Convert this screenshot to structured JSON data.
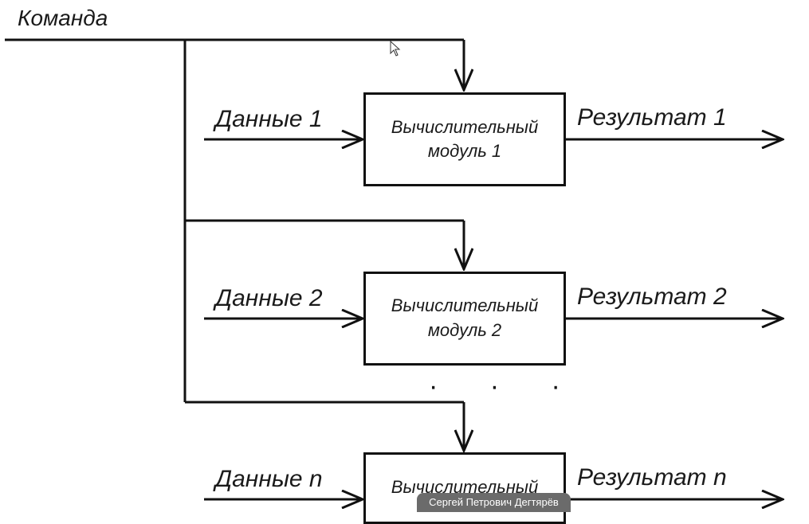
{
  "command_label": "Команда",
  "modules": [
    {
      "data_label": "Данные 1",
      "module_line1": "Вычислительный",
      "module_line2": "модуль 1",
      "result_label": "Результат 1"
    },
    {
      "data_label": "Данные 2",
      "module_line1": "Вычислительный",
      "module_line2": "модуль 2",
      "result_label": "Результат 2"
    },
    {
      "data_label": "Данные n",
      "module_line1": "Вычислительный",
      "module_line2": "",
      "result_label": "Результат n"
    }
  ],
  "ellipsis": "· · ·",
  "presenter_badge": "Сергей Петрович Дегтярёв",
  "colors": {
    "line": "#111111",
    "background": "#ffffff",
    "badge": "#6b6b6b"
  },
  "icons": {
    "cursor": "mouse-pointer-icon"
  }
}
